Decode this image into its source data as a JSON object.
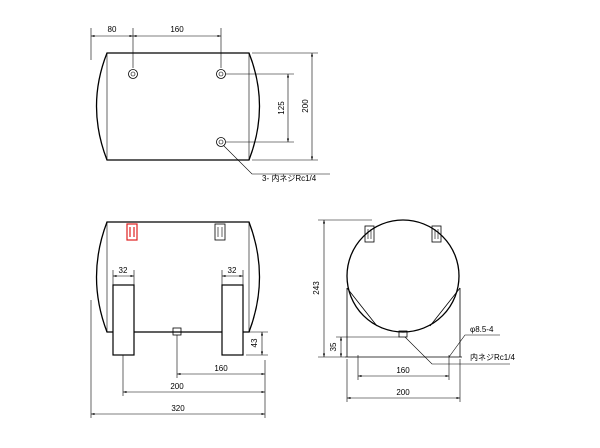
{
  "top_view": {
    "dim_left": "80",
    "dim_between_ports": "160",
    "dim_port_vertical": "125",
    "dim_height": "200",
    "port_callout": "3- 内ネジRc1/4"
  },
  "front_view": {
    "dim_saddle_left": "32",
    "dim_saddle_right": "32",
    "dim_saddle_height": "43",
    "dim_port_offset": "160",
    "dim_saddle_span": "200",
    "dim_length": "320"
  },
  "side_view": {
    "dim_height": "243",
    "dim_base_height": "35",
    "hole_callout": "φ8.5-4",
    "port_callout": "内ネジRc1/4",
    "dim_hole_span": "160",
    "dim_base_width": "200"
  },
  "colors": {
    "line": "#000000",
    "valve": "#e02020"
  }
}
